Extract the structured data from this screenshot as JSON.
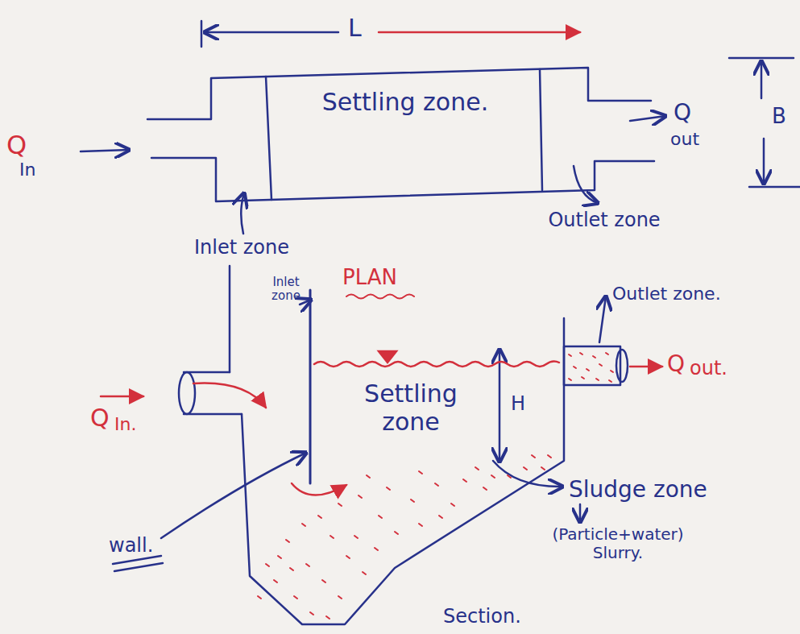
{
  "diagram": {
    "nodes": [
      {
        "text": [
          "Settling zone."
        ]
      }
    ],
    "labels": [
      "L",
      "Q",
      "In",
      "Q",
      "out",
      "B",
      "Inlet zone",
      "Outlet zone",
      "PLAN",
      "Inlet zone",
      "Outlet zone.",
      "Q",
      "In.",
      "Q",
      "out.",
      "Settling zone",
      "H",
      "wall.",
      "Sludge zone",
      "(Particle+water) Slurry.",
      "Section."
    ]
  }
}
